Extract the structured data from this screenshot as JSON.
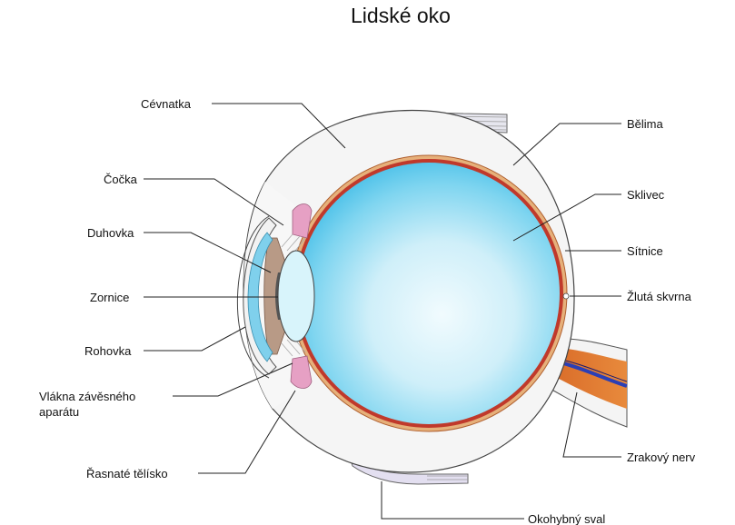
{
  "title": "Lidské oko",
  "labels": {
    "cevnatka": "Cévnatka",
    "cocka": "Čočka",
    "duhovka": "Duhovka",
    "zornice": "Zornice",
    "rohovka": "Rohovka",
    "vlakna_line1": "Vlákna závěsného",
    "vlakna_line2": "aparátu",
    "rasnate": "Řasnaté tělísko",
    "belima": "Bělima",
    "sklivec": "Sklivec",
    "sitnice": "Sítnice",
    "zluta": "Žlutá skvrna",
    "zrakovy": "Zrakový nerv",
    "okohybny": "Okohybný sval"
  },
  "colors": {
    "vitreous": "#5cc8ec",
    "vitreous_light": "#e8f8fd",
    "retina": "#c0392b",
    "choroid": "#e3a86a",
    "sclera": "#f2f2f2",
    "iris": "#b89a86",
    "pupil": "#555555",
    "ciliary": "#e6a0c4",
    "lens": "#d8f4fb",
    "cornea_fill": "#7fd0ec",
    "nerve": "#e07a2e",
    "nerve_core": "#2b3fb5"
  }
}
